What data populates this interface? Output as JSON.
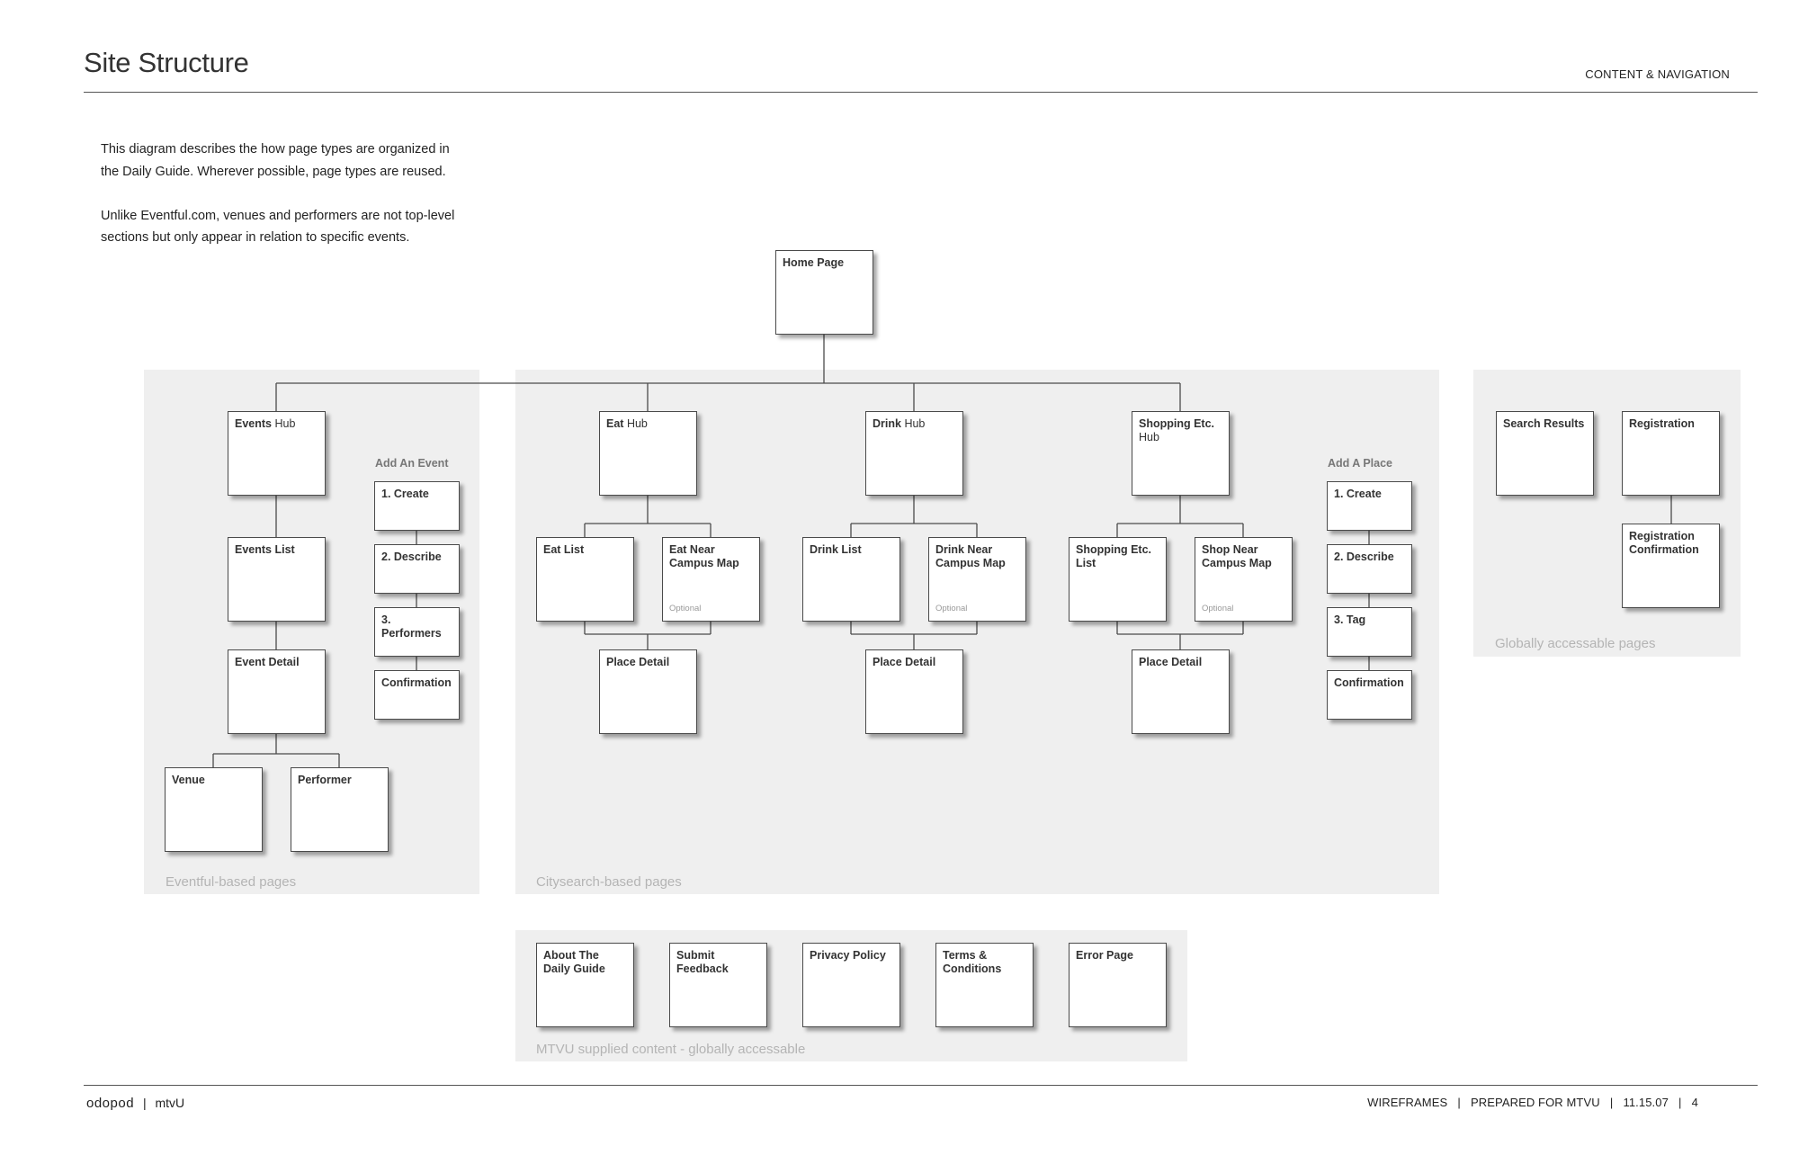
{
  "header": {
    "title": "Site Structure",
    "section": "CONTENT & NAVIGATION"
  },
  "intro": {
    "paragraph1": "This diagram describes the how page types are organized in the Daily Guide. Wherever possible, page types are reused.",
    "paragraph2": "Unlike Eventful.com, venues and performers are not top-level sections but only appear in relation to specific events."
  },
  "nodes": {
    "home": "Home Page",
    "events_hub_bold": "Events",
    "events_hub_rest": "Hub",
    "events_list": "Events List",
    "event_detail": "Event Detail",
    "venue": "Venue",
    "performer": "Performer",
    "add_event_title": "Add An Event",
    "add_event_steps": [
      "1. Create",
      "2. Describe",
      "3. Performers",
      "Confirmation"
    ],
    "eat_hub_bold": "Eat",
    "eat_hub_rest": "Hub",
    "eat_list": "Eat List",
    "eat_near": "Eat Near Campus Map",
    "drink_hub_bold": "Drink",
    "drink_hub_rest": "Hub",
    "drink_list": "Drink List",
    "drink_near": "Drink Near Campus Map",
    "shop_hub_bold": "Shopping Etc.",
    "shop_hub_rest": "Hub",
    "shop_list": "Shopping Etc. List",
    "shop_near": "Shop Near Campus Map",
    "place_detail": "Place Detail",
    "optional": "Optional",
    "add_place_title": "Add A Place",
    "add_place_steps": [
      "1. Create",
      "2. Describe",
      "3. Tag",
      "Confirmation"
    ],
    "search_results": "Search Results",
    "registration": "Registration",
    "registration_confirmation": "Registration Confirmation",
    "about": "About The Daily Guide",
    "feedback": "Submit Feedback",
    "privacy": "Privacy Policy",
    "terms": "Terms & Conditions",
    "error": "Error Page"
  },
  "panels": {
    "eventful": "Eventful-based pages",
    "citysearch": "Citysearch-based pages",
    "global": "Globally accessable pages",
    "mtvu": "MTVU supplied content - globally accessable"
  },
  "footer": {
    "brand": "odopod",
    "client": "mtvU",
    "right": "WIREFRAMES   |   PREPARED FOR MTVU   |   11.15.07   |   4"
  },
  "colors": {
    "panel": "#efefef",
    "line": "#4a4a4a",
    "panel_label": "#b4b4b4"
  }
}
